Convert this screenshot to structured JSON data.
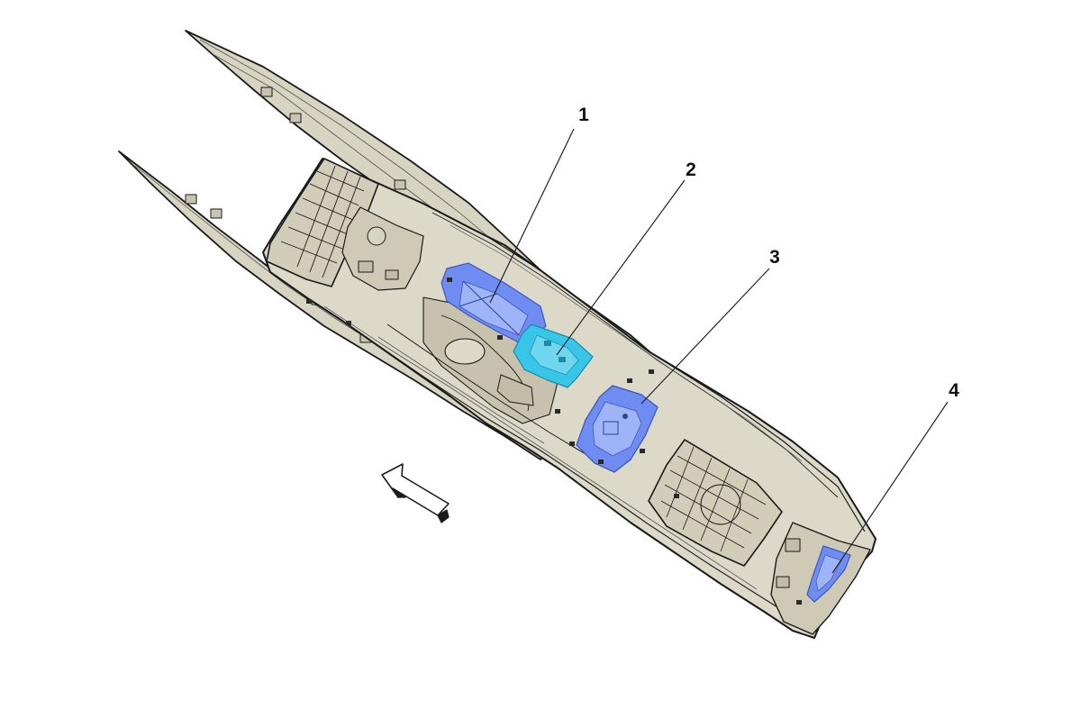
{
  "callouts": [
    {
      "label": "1",
      "part": "part-1"
    },
    {
      "label": "2",
      "part": "part-2"
    },
    {
      "label": "3",
      "part": "part-3"
    },
    {
      "label": "4",
      "part": "part-4"
    }
  ],
  "colors": {
    "background": "#ffffff",
    "body_fill": "#ddd9c8",
    "body_dark": "#c9c4b0",
    "outline": "#1a1a1a",
    "highlight_blue": "#6f8cf2",
    "highlight_cyan": "#37c6e8"
  },
  "direction_arrow": {
    "icon": "front-direction-arrow-icon"
  }
}
